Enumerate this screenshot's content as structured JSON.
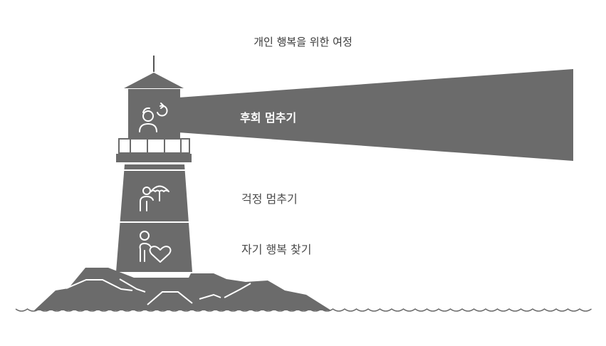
{
  "title": "개인 행복을 위한 여정",
  "levels": {
    "top": "후회 멈추기",
    "middle": "걱정 멈추기",
    "bottom": "자기 행복 찾기"
  },
  "icons": {
    "top": "person-with-arrow-cycle-icon",
    "middle": "person-with-umbrella-icon",
    "bottom": "person-with-heart-icon"
  },
  "colors": {
    "primary": "#6b6b6b",
    "outline": "#ffffff",
    "wave": "#6b6b6b",
    "text": "#4a4a4a",
    "beam_text": "#ffffff"
  }
}
